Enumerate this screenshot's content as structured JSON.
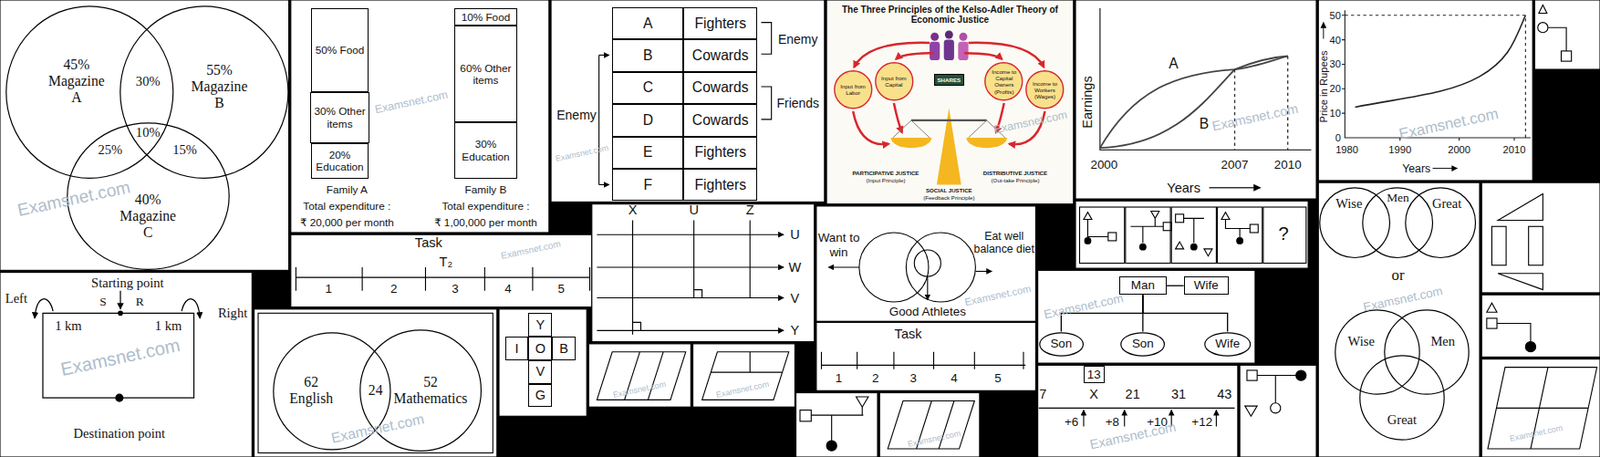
{
  "diagram": {
    "nodes": [
      {
        "text": [
          "45%",
          "Magazine A"
        ]
      },
      {
        "text": [
          "55%",
          "Magazine B"
        ]
      },
      {
        "text": [
          "40%",
          "Magazine C"
        ]
      },
      {
        "text": [
          "50% Food"
        ]
      },
      {
        "text": [
          "30% Other items"
        ]
      },
      {
        "text": [
          "20% Education"
        ]
      },
      {
        "text": [
          "10% Food"
        ]
      },
      {
        "text": [
          "60% Other items"
        ]
      },
      {
        "text": [
          "30% Education"
        ]
      },
      {
        "text": [
          "A"
        ]
      },
      {
        "text": [
          "Fighters"
        ]
      },
      {
        "text": [
          "B"
        ]
      },
      {
        "text": [
          "Cowards"
        ]
      },
      {
        "text": [
          "C"
        ]
      },
      {
        "text": [
          "Cowards"
        ]
      },
      {
        "text": [
          "D"
        ]
      },
      {
        "text": [
          "Cowards"
        ]
      },
      {
        "text": [
          "E"
        ]
      },
      {
        "text": [
          "Fighters"
        ]
      },
      {
        "text": [
          "F"
        ]
      },
      {
        "text": [
          "Fighters"
        ]
      },
      {
        "text": [
          "Input from Labor"
        ]
      },
      {
        "text": [
          "Input from Capital"
        ]
      },
      {
        "text": [
          "SHARES"
        ]
      },
      {
        "text": [
          "Income to Capital Owners (Profits)"
        ]
      },
      {
        "text": [
          "Income to Workers (Wages)"
        ]
      },
      {
        "text": [
          "Man"
        ]
      },
      {
        "text": [
          "Wife"
        ]
      },
      {
        "text": [
          "Son"
        ]
      },
      {
        "text": [
          "Son"
        ]
      },
      {
        "text": [
          "Wife"
        ]
      },
      {
        "text": [
          "62",
          "English"
        ]
      },
      {
        "text": [
          "52",
          "Mathematics"
        ]
      },
      {
        "text": [
          "Y"
        ]
      },
      {
        "text": [
          "I"
        ]
      },
      {
        "text": [
          "O"
        ]
      },
      {
        "text": [
          "B"
        ]
      },
      {
        "text": [
          "V"
        ]
      },
      {
        "text": [
          "G"
        ]
      },
      {
        "text": [
          "13"
        ]
      },
      {
        "text": [
          "Wise"
        ]
      },
      {
        "text": [
          "Men"
        ]
      },
      {
        "text": [
          "Great"
        ]
      },
      {
        "text": [
          "Wise"
        ]
      },
      {
        "text": [
          "Men"
        ]
      },
      {
        "text": [
          "Great"
        ]
      }
    ],
    "edges": [
      {
        "from": 26,
        "to": 27,
        "arrow": "none"
      },
      {
        "from": 26,
        "to": 28,
        "arrow": "none"
      },
      {
        "from": 26,
        "to": 29,
        "arrow": "none"
      },
      {
        "from": 26,
        "to": 30,
        "arrow": "none"
      }
    ],
    "labels": [
      "Examsnet.com",
      "Examsnet.com",
      "Examsnet.com",
      "Examsnet.com",
      "Examsnet.com",
      "Examsnet.com",
      "Examsnet.com",
      "Examsnet.com",
      "Examsnet.com",
      "Examsnet.com",
      "Examsnet.com",
      "Examsnet.com",
      "Examsnet.com",
      "Examsnet.com",
      "Examsnet.com",
      "Examsnet.com",
      "Examsnet.com",
      "30%",
      "10%",
      "25%",
      "15%",
      "Family A",
      "Total expenditure :",
      "₹ 20,000 per month",
      "Family B",
      "Total expenditure :",
      "₹ 1,00,000 per month",
      "Enemy",
      "Friends",
      "Enemy",
      "The Three Principles of the Kelso-Adler Theory of Economic Justice",
      "PARTICIPATIVE JUSTICE",
      "(Input Principle)",
      "DISTRIBUTIVE JUSTICE",
      "(Out-take Principle)",
      "SOCIAL JUSTICE",
      "(Feedback Principle)",
      "Earnings",
      "A",
      "B",
      "2000",
      "2007",
      "2010",
      "Years",
      "50",
      "40",
      "30",
      "20",
      "10",
      "0",
      "1980",
      "1990",
      "2000",
      "2010",
      "Price in Rupees",
      "Years",
      "Starting point",
      "S",
      "R",
      "Left",
      "Right",
      "1 km",
      "1 km",
      "Destination point",
      "Task",
      "T₂",
      "1",
      "2",
      "3",
      "4",
      "5",
      "24",
      "X",
      "U",
      "Z",
      "U",
      "W",
      "V",
      "Y",
      "Want to win",
      "Eat well balance diet",
      "Good Athletes",
      "Task",
      "1",
      "2",
      "3",
      "4",
      "5",
      "?",
      "7",
      "X",
      "21",
      "31",
      "43",
      "+6",
      "+8",
      "+10",
      "+12",
      "or"
    ]
  }
}
